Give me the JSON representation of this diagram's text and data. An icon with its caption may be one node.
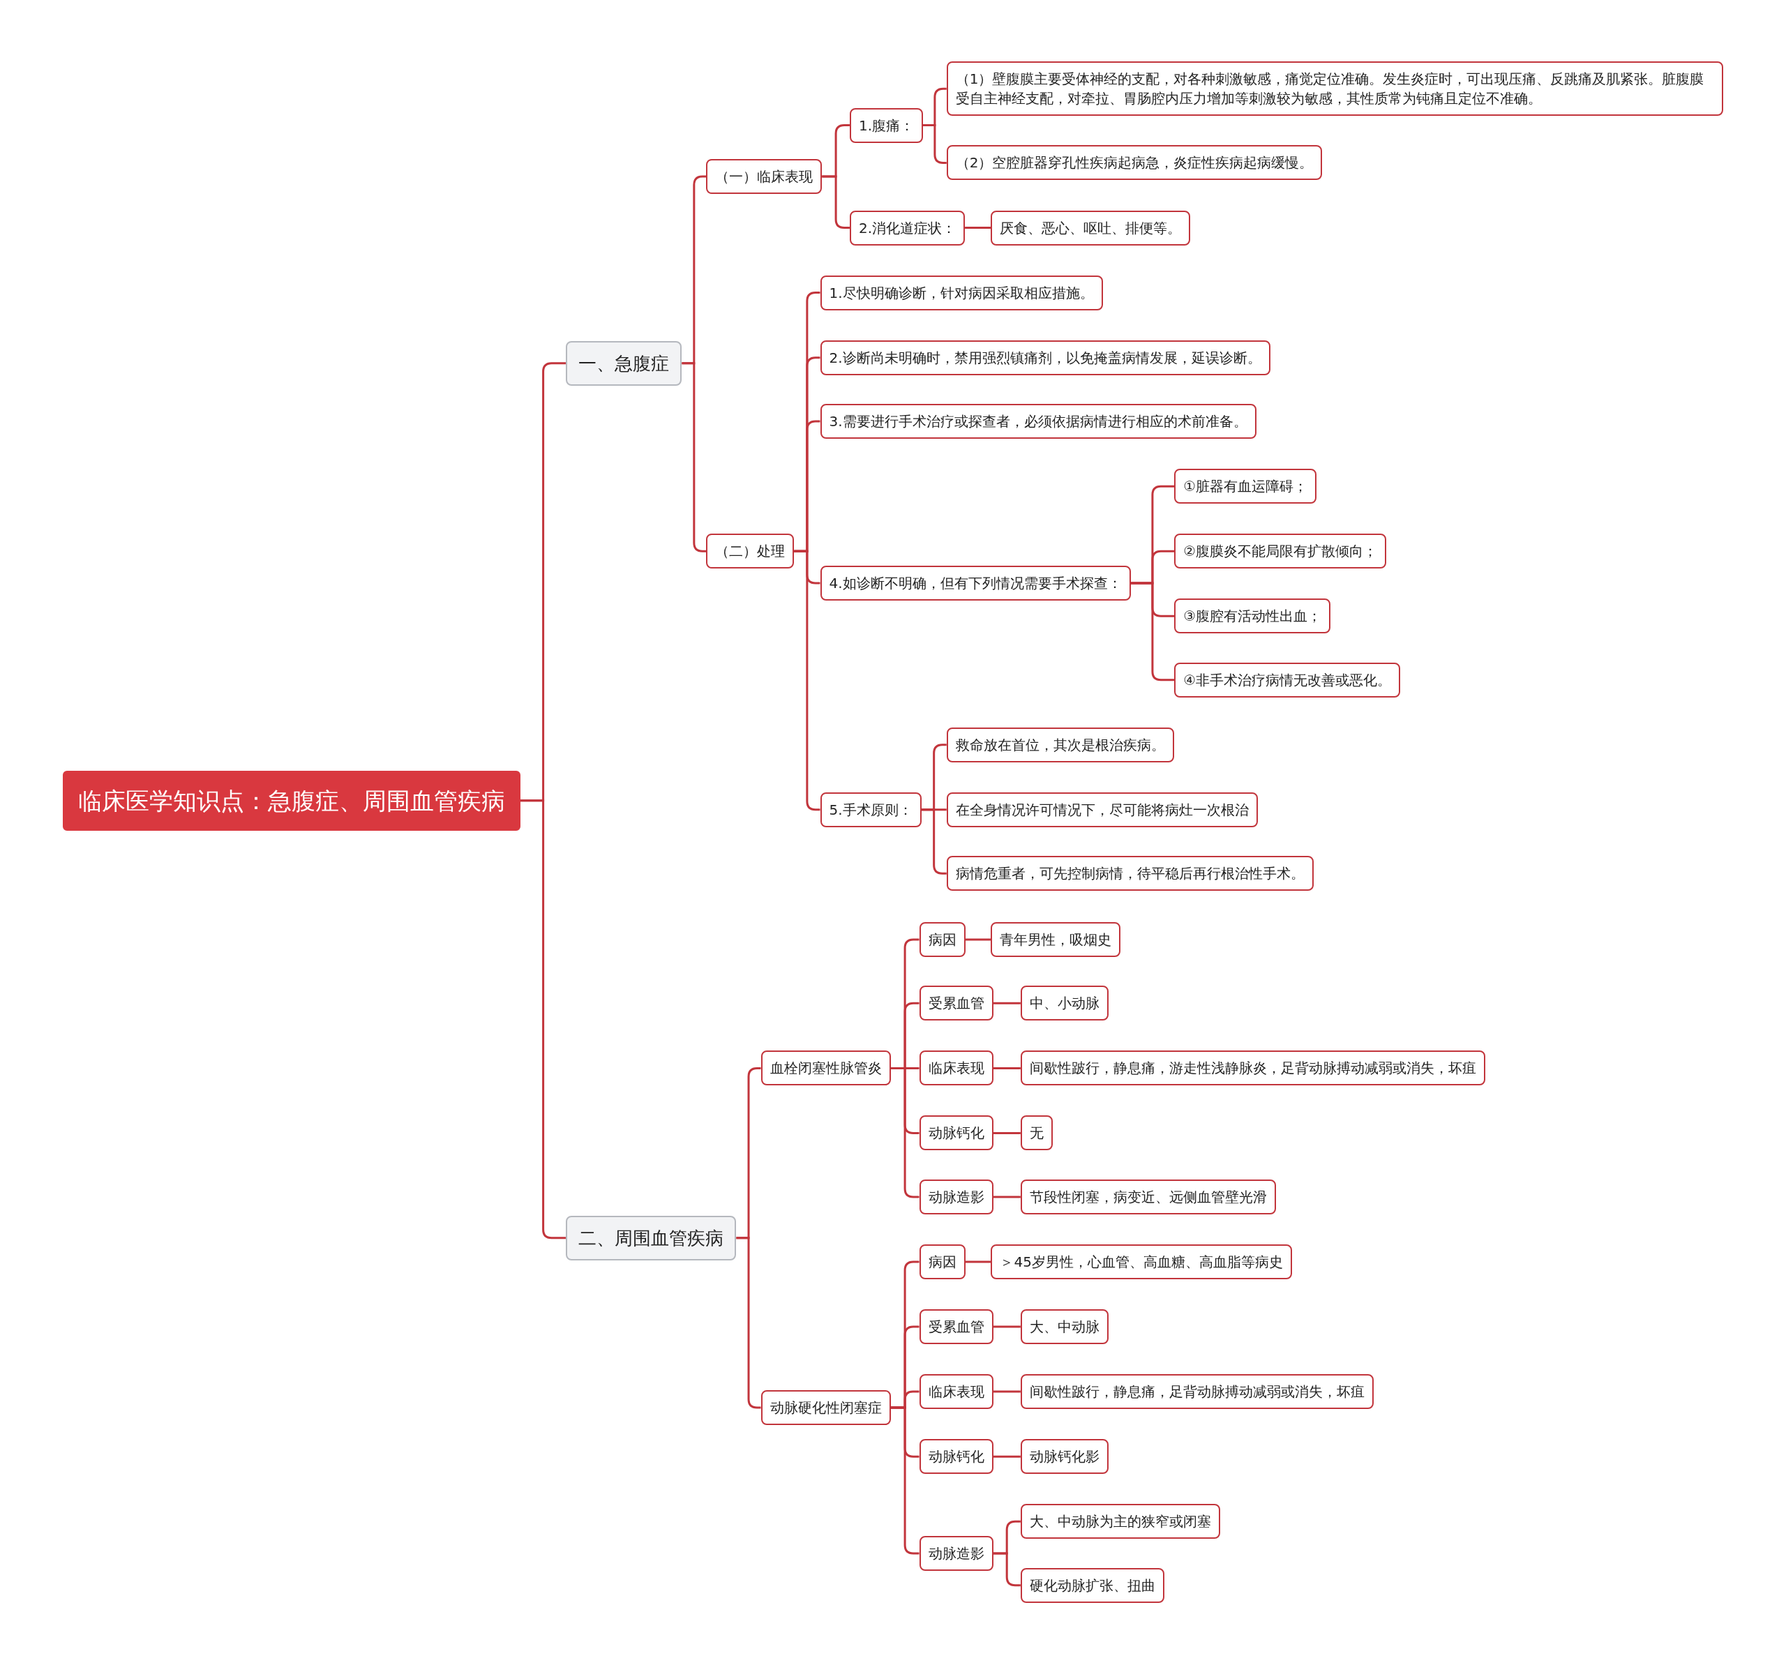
{
  "diagram": {
    "nodes": [
      {
        "text": [
          "临床医学知识点：急腹症、周围血管疾病"
        ]
      },
      {
        "text": [
          "一、急腹症"
        ]
      },
      {
        "text": [
          "（一）临床表现"
        ]
      },
      {
        "text": [
          "1.腹痛："
        ]
      },
      {
        "text": [
          "（1）壁腹膜主要受体神经的支配，对各种刺激敏感，痛觉定位准确。发生炎症时，可出现压痛、反跳痛及肌紧张。脏腹膜受自主神经支配，对牵拉、胃肠腔内压力增加等刺激较为敏感，其性质常为钝痛且定位不准确。"
        ]
      },
      {
        "text": [
          "（2）空腔脏器穿孔性疾病起病急，炎症性疾病起病缓慢。"
        ]
      },
      {
        "text": [
          "2.消化道症状："
        ]
      },
      {
        "text": [
          "厌食、恶心、呕吐、排便等。"
        ]
      },
      {
        "text": [
          "（二）处理"
        ]
      },
      {
        "text": [
          "1.尽快明确诊断，针对病因采取相应措施。"
        ]
      },
      {
        "text": [
          "2.诊断尚未明确时，禁用强烈镇痛剂，以免掩盖病情发展，延误诊断。"
        ]
      },
      {
        "text": [
          "3.需要进行手术治疗或探查者，必须依据病情进行相应的术前准备。"
        ]
      },
      {
        "text": [
          "4.如诊断不明确，但有下列情况需要手术探查："
        ]
      },
      {
        "text": [
          "①脏器有血运障碍；"
        ]
      },
      {
        "text": [
          "②腹膜炎不能局限有扩散倾向；"
        ]
      },
      {
        "text": [
          "③腹腔有活动性出血；"
        ]
      },
      {
        "text": [
          "④非手术治疗病情无改善或恶化。"
        ]
      },
      {
        "text": [
          "5.手术原则："
        ]
      },
      {
        "text": [
          "救命放在首位，其次是根治疾病。"
        ]
      },
      {
        "text": [
          "在全身情况许可情况下，尽可能将病灶一次根治"
        ]
      },
      {
        "text": [
          "病情危重者，可先控制病情，待平稳后再行根治性手术。"
        ]
      },
      {
        "text": [
          "二、周围血管疾病"
        ]
      },
      {
        "text": [
          "血栓闭塞性脉管炎"
        ]
      },
      {
        "text": [
          "病因"
        ]
      },
      {
        "text": [
          "青年男性，吸烟史"
        ]
      },
      {
        "text": [
          "受累血管"
        ]
      },
      {
        "text": [
          "中、小动脉"
        ]
      },
      {
        "text": [
          "临床表现"
        ]
      },
      {
        "text": [
          "间歇性跛行，静息痛，游走性浅静脉炎，足背动脉搏动减弱或消失，坏疽"
        ]
      },
      {
        "text": [
          "动脉钙化"
        ]
      },
      {
        "text": [
          "无"
        ]
      },
      {
        "text": [
          "动脉造影"
        ]
      },
      {
        "text": [
          "节段性闭塞，病变近、远侧血管壁光滑"
        ]
      },
      {
        "text": [
          "动脉硬化性闭塞症"
        ]
      },
      {
        "text": [
          "病因"
        ]
      },
      {
        "text": [
          "＞45岁男性，心血管、高血糖、高血脂等病史"
        ]
      },
      {
        "text": [
          "受累血管"
        ]
      },
      {
        "text": [
          "大、中动脉"
        ]
      },
      {
        "text": [
          "临床表现"
        ]
      },
      {
        "text": [
          "间歇性跛行，静息痛，足背动脉搏动减弱或消失，坏疽"
        ]
      },
      {
        "text": [
          "动脉钙化"
        ]
      },
      {
        "text": [
          "动脉钙化影"
        ]
      },
      {
        "text": [
          "动脉造影"
        ]
      },
      {
        "text": [
          "大、中动脉为主的狭窄或闭塞"
        ]
      },
      {
        "text": [
          "硬化动脉扩张、扭曲"
        ]
      }
    ],
    "edges": [
      {
        "from": 0,
        "to": 1,
        "arrow": "none"
      },
      {
        "from": 1,
        "to": 2,
        "arrow": "none"
      },
      {
        "from": 2,
        "to": 3,
        "arrow": "none"
      },
      {
        "from": 3,
        "to": 4,
        "arrow": "none"
      },
      {
        "from": 3,
        "to": 5,
        "arrow": "none"
      },
      {
        "from": 2,
        "to": 6,
        "arrow": "none"
      },
      {
        "from": 6,
        "to": 7,
        "arrow": "none"
      },
      {
        "from": 1,
        "to": 8,
        "arrow": "none"
      },
      {
        "from": 8,
        "to": 9,
        "arrow": "none"
      },
      {
        "from": 8,
        "to": 10,
        "arrow": "none"
      },
      {
        "from": 8,
        "to": 11,
        "arrow": "none"
      },
      {
        "from": 8,
        "to": 12,
        "arrow": "none"
      },
      {
        "from": 12,
        "to": 13,
        "arrow": "none"
      },
      {
        "from": 12,
        "to": 14,
        "arrow": "none"
      },
      {
        "from": 12,
        "to": 15,
        "arrow": "none"
      },
      {
        "from": 12,
        "to": 16,
        "arrow": "none"
      },
      {
        "from": 8,
        "to": 17,
        "arrow": "none"
      },
      {
        "from": 17,
        "to": 18,
        "arrow": "none"
      },
      {
        "from": 17,
        "to": 19,
        "arrow": "none"
      },
      {
        "from": 17,
        "to": 20,
        "arrow": "none"
      },
      {
        "from": 0,
        "to": 21,
        "arrow": "none"
      },
      {
        "from": 21,
        "to": 22,
        "arrow": "none"
      },
      {
        "from": 22,
        "to": 23,
        "arrow": "none"
      },
      {
        "from": 23,
        "to": 24,
        "arrow": "none"
      },
      {
        "from": 22,
        "to": 25,
        "arrow": "none"
      },
      {
        "from": 25,
        "to": 26,
        "arrow": "none"
      },
      {
        "from": 22,
        "to": 27,
        "arrow": "none"
      },
      {
        "from": 27,
        "to": 28,
        "arrow": "none"
      },
      {
        "from": 22,
        "to": 29,
        "arrow": "none"
      },
      {
        "from": 29,
        "to": 30,
        "arrow": "none"
      },
      {
        "from": 22,
        "to": 31,
        "arrow": "none"
      },
      {
        "from": 31,
        "to": 32,
        "arrow": "none"
      },
      {
        "from": 21,
        "to": 33,
        "arrow": "none"
      },
      {
        "from": 33,
        "to": 34,
        "arrow": "none"
      },
      {
        "from": 34,
        "to": 35,
        "arrow": "none"
      },
      {
        "from": 33,
        "to": 36,
        "arrow": "none"
      },
      {
        "from": 36,
        "to": 37,
        "arrow": "none"
      },
      {
        "from": 33,
        "to": 38,
        "arrow": "none"
      },
      {
        "from": 38,
        "to": 39,
        "arrow": "none"
      },
      {
        "from": 33,
        "to": 40,
        "arrow": "none"
      },
      {
        "from": 40,
        "to": 41,
        "arrow": "none"
      },
      {
        "from": 33,
        "to": 42,
        "arrow": "none"
      },
      {
        "from": 42,
        "to": 43,
        "arrow": "none"
      },
      {
        "from": 42,
        "to": 44,
        "arrow": "none"
      }
    ]
  }
}
